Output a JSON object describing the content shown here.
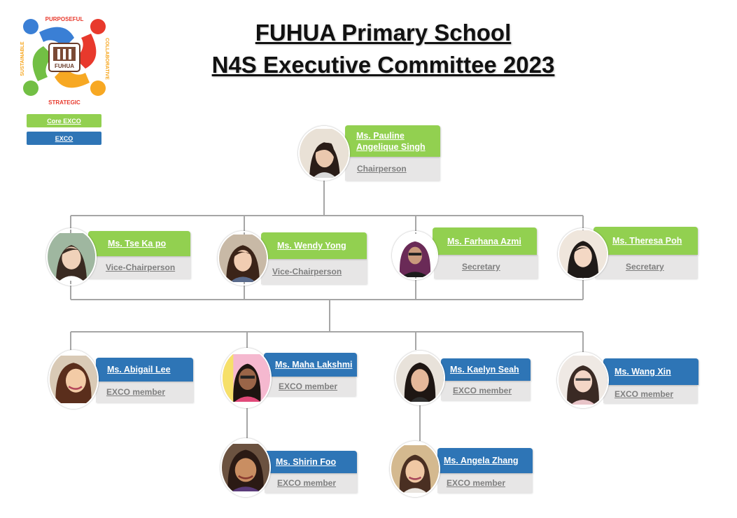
{
  "logo": {
    "ring_words": [
      "PURPOSEFUL",
      "COLLABORATIVE",
      "STRATEGIC",
      "SUSTAINABLE"
    ],
    "center_text": "FUHUA",
    "colors": [
      "#3a7fd5",
      "#e8392c",
      "#f7a823",
      "#72bf44"
    ]
  },
  "legend": {
    "core": "Core EXCO",
    "exco": "EXCO"
  },
  "title": {
    "line1": "FUHUA Primary School",
    "line2": "N4S Executive Committee 2023"
  },
  "colors": {
    "core": "#92d050",
    "exco": "#2e75b6",
    "role_bg": "#e7e6e6",
    "role_text": "#7f7f7f"
  },
  "members": {
    "chair": {
      "name": "Ms. Pauline Angelique Singh",
      "role": "Chairperson"
    },
    "vc1": {
      "name": "Ms. Tse Ka po",
      "role": "Vice-Chairperson"
    },
    "vc2": {
      "name": "Ms. Wendy Yong",
      "role": "Vice-Chairperson"
    },
    "sec1": {
      "name": "Ms. Farhana Azmi",
      "role": "Secretary"
    },
    "sec2": {
      "name": "Ms. Theresa Poh",
      "role": "Secretary"
    },
    "ex1": {
      "name": "Ms. Abigail Lee",
      "role": "EXCO member"
    },
    "ex2": {
      "name": "Ms. Maha Lakshmi",
      "role": "EXCO member"
    },
    "ex3": {
      "name": "Ms. Kaelyn Seah",
      "role": "EXCO member"
    },
    "ex4": {
      "name": "Ms. Wang Xin",
      "role": "EXCO member"
    },
    "ex5": {
      "name": "Ms. Shirin Foo",
      "role": "EXCO member"
    },
    "ex6": {
      "name": "Ms. Angela Zhang",
      "role": "EXCO member"
    }
  }
}
